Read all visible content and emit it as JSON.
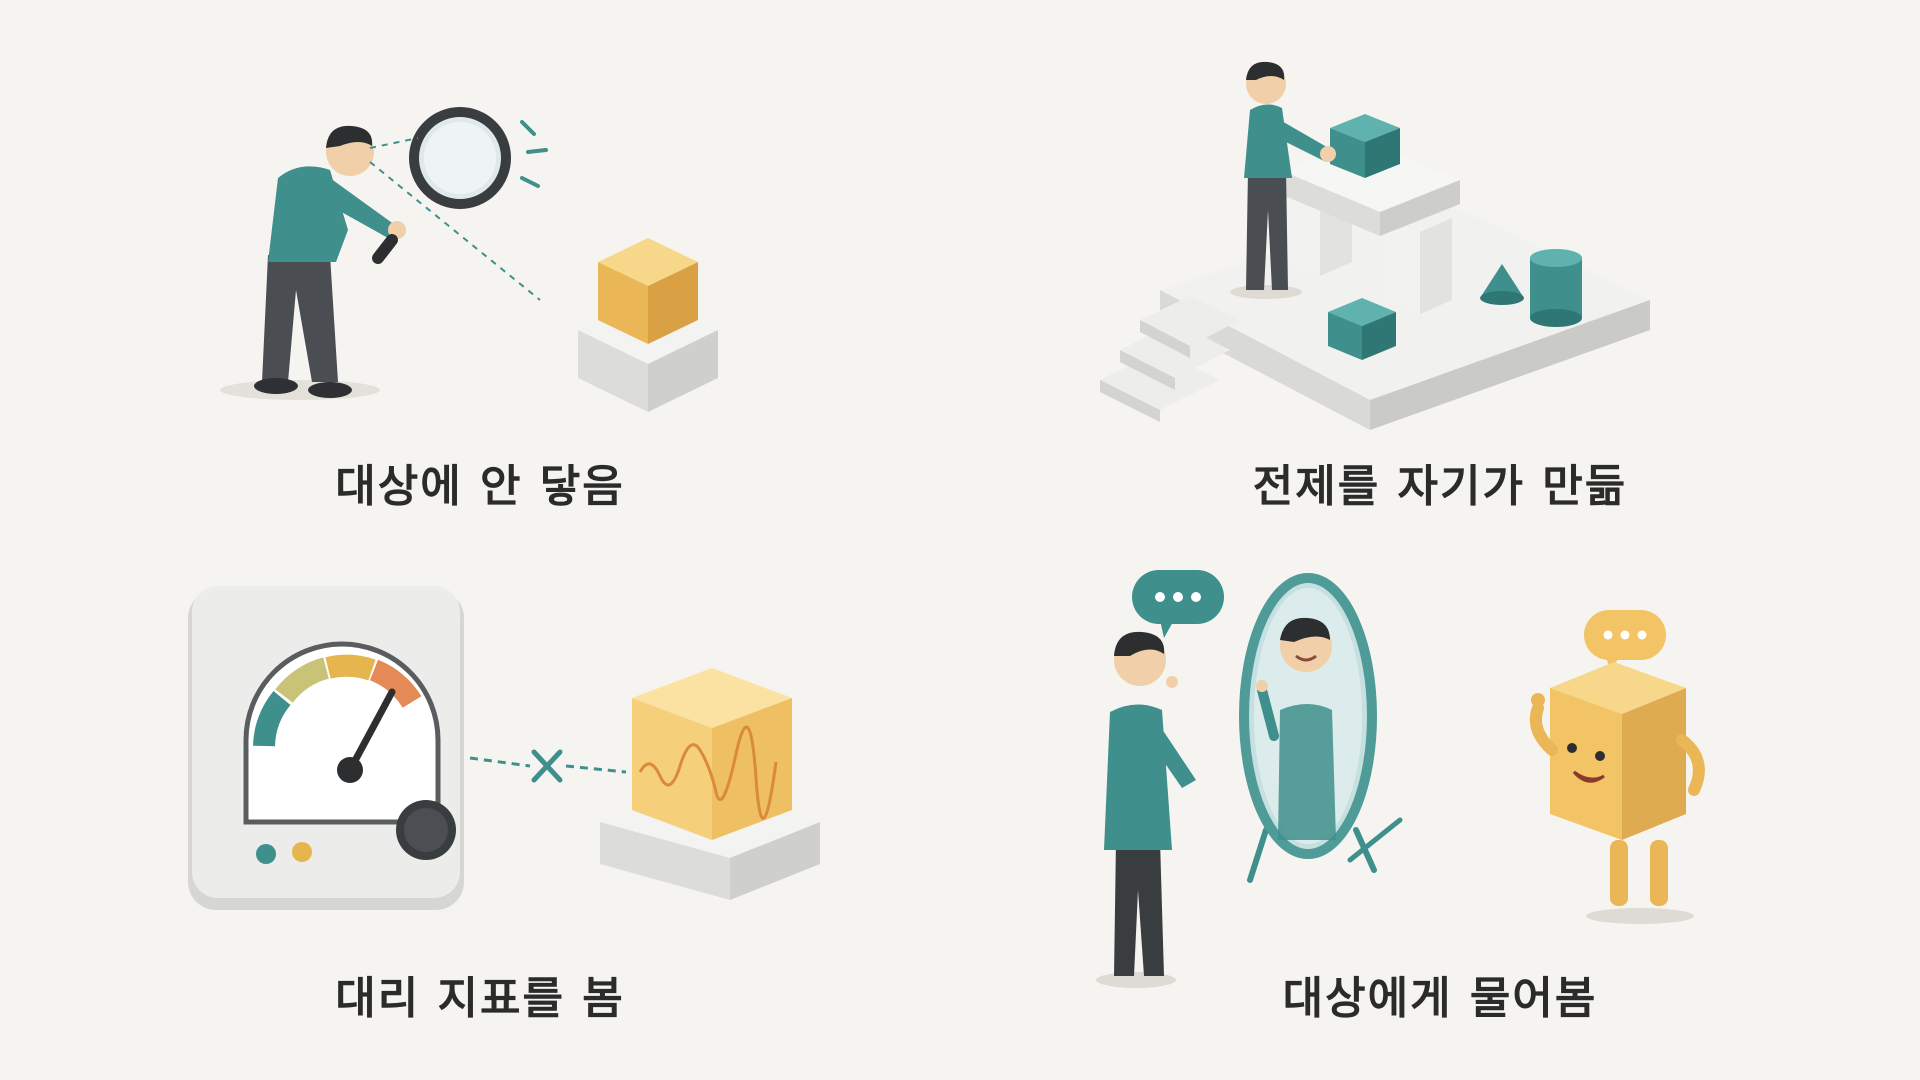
{
  "panels": [
    {
      "caption": "대상에 안 닿음",
      "figure": "observer-with-magnifier-icon"
    },
    {
      "caption": "전제를 자기가 만듦",
      "figure": "builder-stacking-blocks-icon"
    },
    {
      "caption": "대리 지표를 봄",
      "figure": "gauge-meter-icon"
    },
    {
      "caption": "대상에게 물어봄",
      "figure": "mirror-dialogue-icon"
    }
  ],
  "colors": {
    "background": "#f6f4f0",
    "teal": "#3f8f8c",
    "yellow": "#f2c466",
    "dark": "#3a3d40",
    "white_block": "#ececea"
  }
}
